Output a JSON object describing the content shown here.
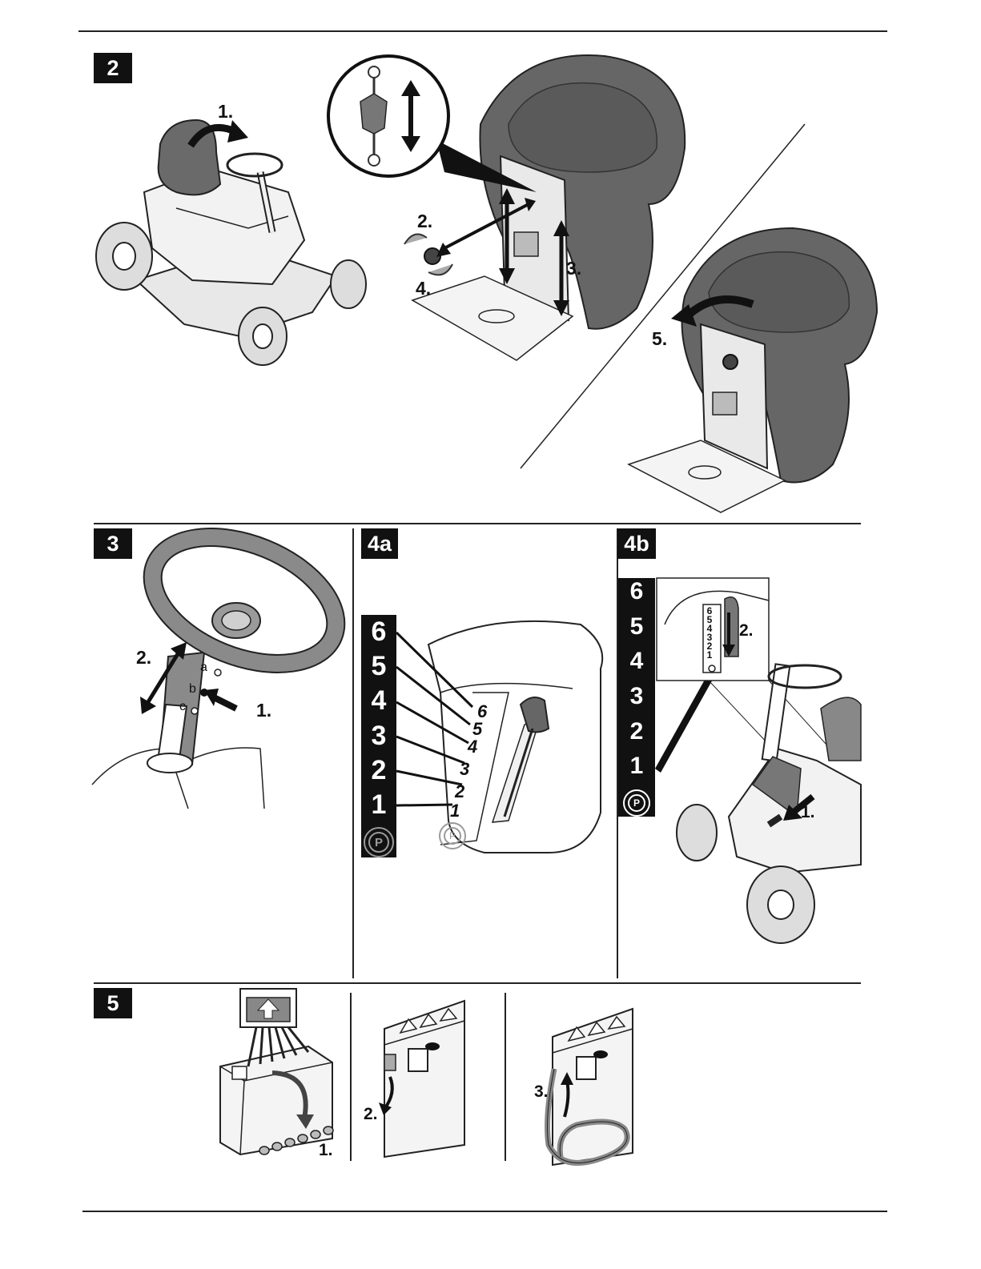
{
  "sections": {
    "s2": {
      "badge": "2",
      "steps": [
        "1.",
        "2.",
        "3.",
        "4.",
        "5."
      ]
    },
    "s3": {
      "badge": "3",
      "steps": [
        "1.",
        "2."
      ],
      "holes": [
        "a",
        "b",
        "c"
      ]
    },
    "s4a": {
      "badge": "4a",
      "gears": [
        "6",
        "5",
        "4",
        "3",
        "2",
        "1"
      ],
      "park": "P",
      "lever_marks": [
        "6",
        "5",
        "4",
        "3",
        "2",
        "1"
      ]
    },
    "s4b": {
      "badge": "4b",
      "gears": [
        "6",
        "5",
        "4",
        "3",
        "2",
        "1"
      ],
      "park": "P",
      "steps": [
        "1.",
        "2."
      ],
      "zoom_marks": [
        "6",
        "5",
        "4",
        "3",
        "2",
        "1"
      ]
    },
    "s5": {
      "badge": "5",
      "steps": [
        "1.",
        "2.",
        "3."
      ]
    }
  },
  "icons": [
    "battery-icon",
    "park-icon",
    "arrow-icon",
    "knob-icon"
  ]
}
